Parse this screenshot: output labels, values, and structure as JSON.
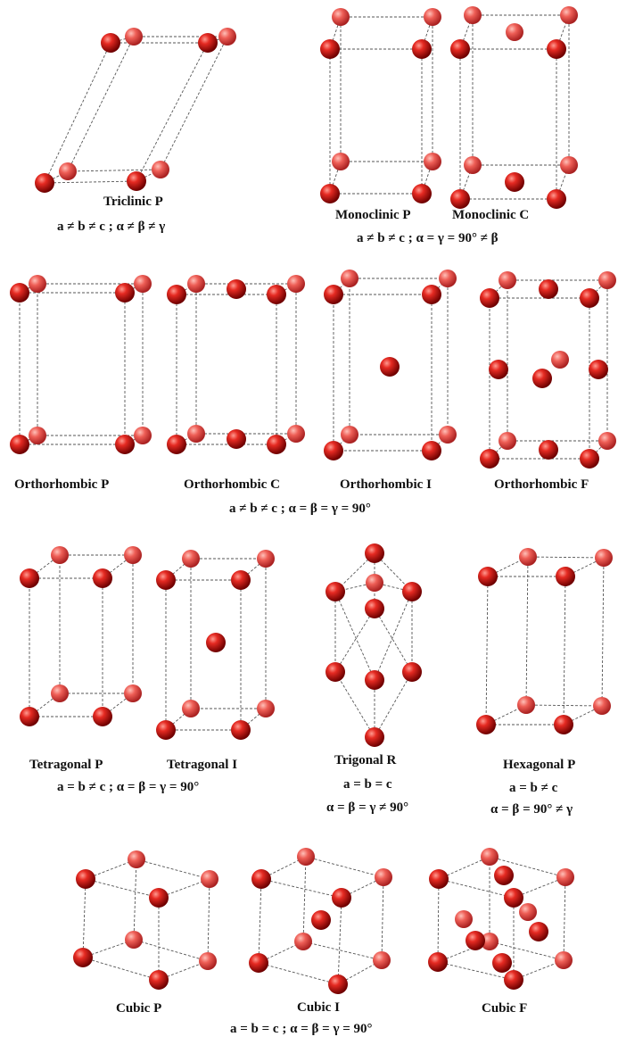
{
  "figure": {
    "lattices": [
      {
        "id": "triclinic-p",
        "name": "Triclinic P"
      },
      {
        "id": "monoclinic-p",
        "name": "Monoclinic P"
      },
      {
        "id": "monoclinic-c",
        "name": "Monoclinic C"
      },
      {
        "id": "orthorhombic-p",
        "name": "Orthorhombic  P"
      },
      {
        "id": "orthorhombic-c",
        "name": "Orthorhombic C"
      },
      {
        "id": "orthorhombic-i",
        "name": "Orthorhombic I"
      },
      {
        "id": "orthorhombic-f",
        "name": "Orthorhombic  F"
      },
      {
        "id": "tetragonal-p",
        "name": "Tetragonal P"
      },
      {
        "id": "tetragonal-i",
        "name": "Tetragonal I"
      },
      {
        "id": "trigonal-r",
        "name": "Trigonal R"
      },
      {
        "id": "hexagonal-p",
        "name": "Hexagonal P"
      },
      {
        "id": "cubic-p",
        "name": "Cubic P"
      },
      {
        "id": "cubic-i",
        "name": "Cubic I"
      },
      {
        "id": "cubic-f",
        "name": "Cubic F"
      }
    ],
    "conditions": {
      "triclinic": "a ≠ b ≠ c ; α ≠ β ≠ γ",
      "monoclinic": "a ≠ b ≠ c ;  α = γ = 90° ≠ β",
      "orthorhombic": "a ≠ b ≠ c ; α =  β = γ = 90°",
      "tetragonal": "a = b ≠ c ; α = β = γ = 90°",
      "trigonal_1": "a = b = c",
      "trigonal_2": "α = β = γ ≠ 90°",
      "hexagonal_1": "a = b ≠ c",
      "hexagonal_2": "α = β = 90° ≠ γ",
      "cubic": "a = b = c ; α = β = γ = 90°"
    },
    "colors": {
      "atom": "#d41010",
      "atom_highlight": "#ff9a90",
      "atom_shadow": "#6e0000",
      "edge": "#555555"
    }
  }
}
